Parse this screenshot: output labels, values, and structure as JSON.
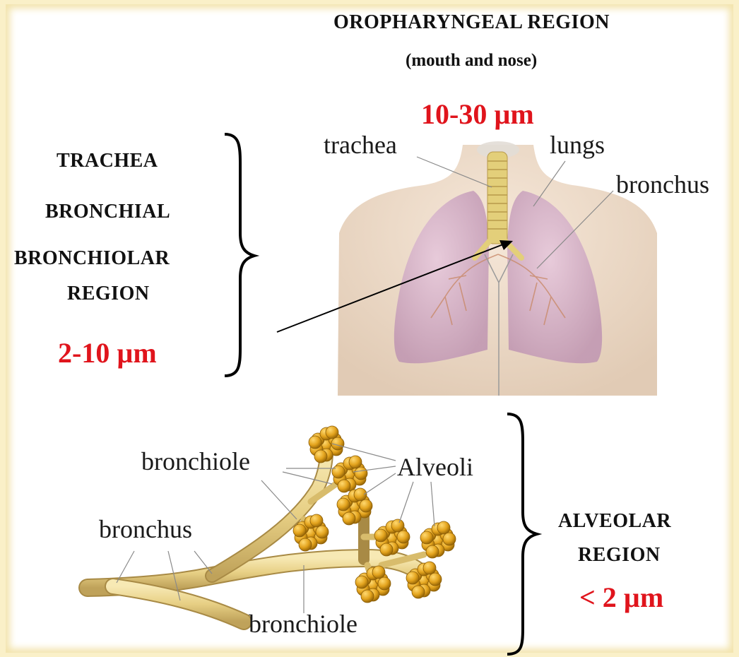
{
  "oropharyngeal": {
    "title": "OROPHARYNGEAL REGION",
    "subtitle": "(mouth and nose)",
    "size": "10-30 µm"
  },
  "tracheobronchial": {
    "line1": "TRACHEA",
    "line2": "BRONCHIAL",
    "line3": "BRONCHIOLAR",
    "line4": "REGION",
    "size": "2-10 µm"
  },
  "alveolar": {
    "line1": "ALVEOLAR",
    "line2": "REGION",
    "size": "< 2 µm"
  },
  "torso_labels": {
    "trachea": "trachea",
    "lungs": "lungs",
    "bronchus": "bronchus"
  },
  "airway_labels": {
    "bronchiole_top": "bronchiole",
    "alveoli": "Alveoli",
    "bronchus": "bronchus",
    "bronchiole_bottom": "bronchiole"
  },
  "colors": {
    "background": "#faf0c8",
    "size_text": "#e0141c",
    "skin": "#efd9c4",
    "lung": "#d9b3cf",
    "trachea": "#e3cf7a",
    "alveoli": "#e3a31d"
  }
}
